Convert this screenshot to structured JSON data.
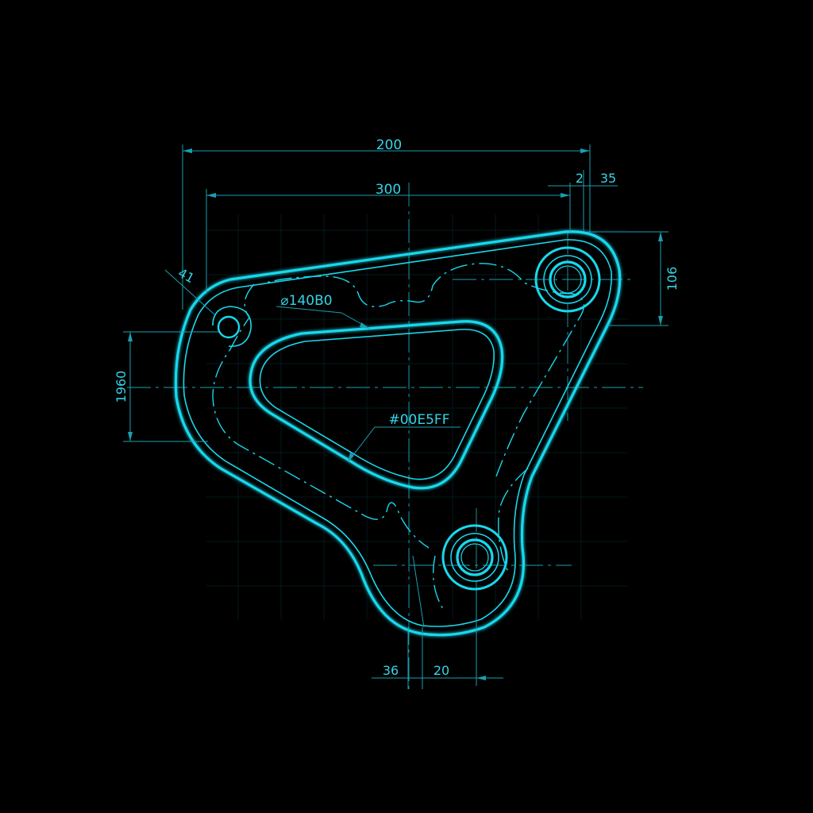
{
  "colors": {
    "background": "#000000",
    "line": "#18d8ec",
    "line_dim": "#1a9fb0",
    "text": "#35d4e6"
  },
  "dimensions": {
    "top_width": "200",
    "second_width": "300",
    "small_top_a": "2",
    "small_top_b": "35",
    "right_height": "106",
    "left_height": "1960",
    "corner_angle": "41",
    "pocket_diameter": "⌀140B0",
    "pocket_color": "#00E5FF",
    "bottom_a": "36",
    "bottom_b": "20"
  }
}
